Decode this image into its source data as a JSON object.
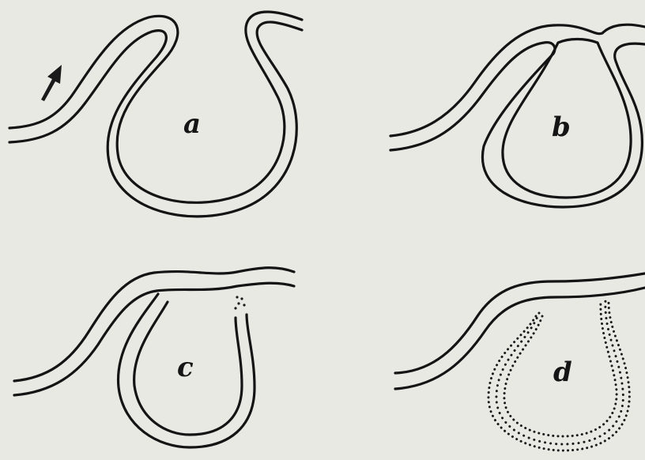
{
  "panels": [
    {
      "id": "a",
      "label": "a"
    },
    {
      "id": "b",
      "label": "b"
    },
    {
      "id": "c",
      "label": "c"
    },
    {
      "id": "d",
      "label": "d"
    }
  ],
  "colors": {
    "paper": "#e9e9e4",
    "ink": "#141414"
  }
}
